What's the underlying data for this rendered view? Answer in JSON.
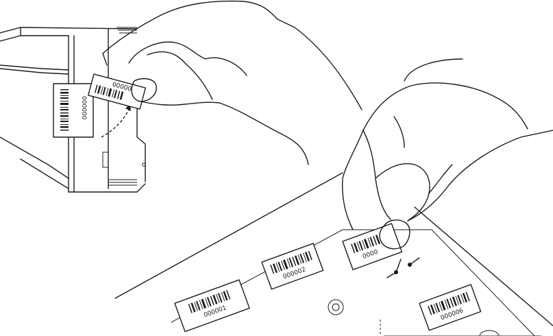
{
  "device_label": {
    "number": "000000"
  },
  "held_label": {
    "number": "00000"
  },
  "sheet_labels": [
    {
      "number": "000001"
    },
    {
      "number": "000002"
    },
    {
      "number": "0000"
    },
    {
      "number": "000006"
    }
  ]
}
